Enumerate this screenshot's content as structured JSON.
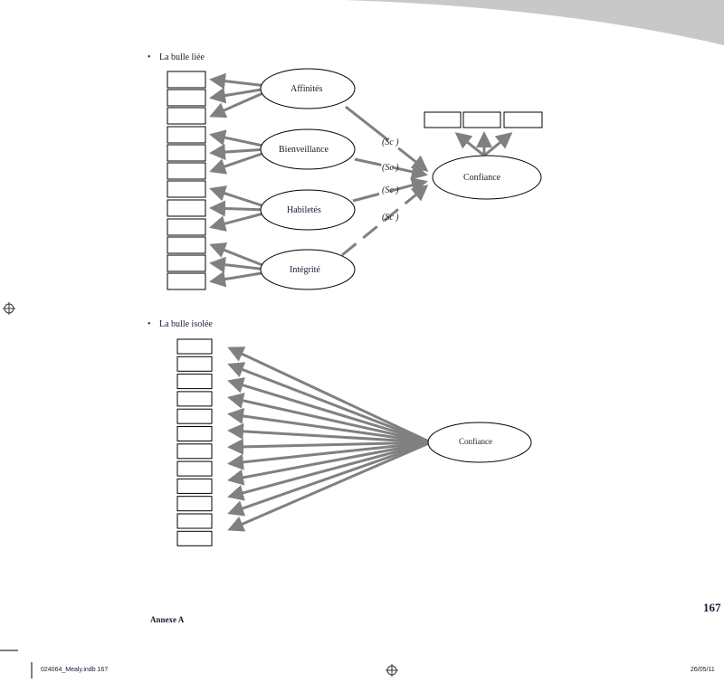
{
  "section1": {
    "bullet": "•",
    "title": "La bulle liée"
  },
  "section2": {
    "bullet": "•",
    "title": "La bulle isolée"
  },
  "diagram1": {
    "factors": [
      "Affinités",
      "Bienveillance",
      "Habiletés",
      "Intégrité"
    ],
    "outcome": "Confiance",
    "path_label": "(Sc  )"
  },
  "diagram2": {
    "outcome": "Confiance"
  },
  "footer": {
    "page_number": "167",
    "annex": "Annexe A",
    "file": "024064_Mealy.indb   167",
    "date": "26/05/11"
  },
  "colors": {
    "arrow": "#808080",
    "band": "#c8c8c8"
  }
}
